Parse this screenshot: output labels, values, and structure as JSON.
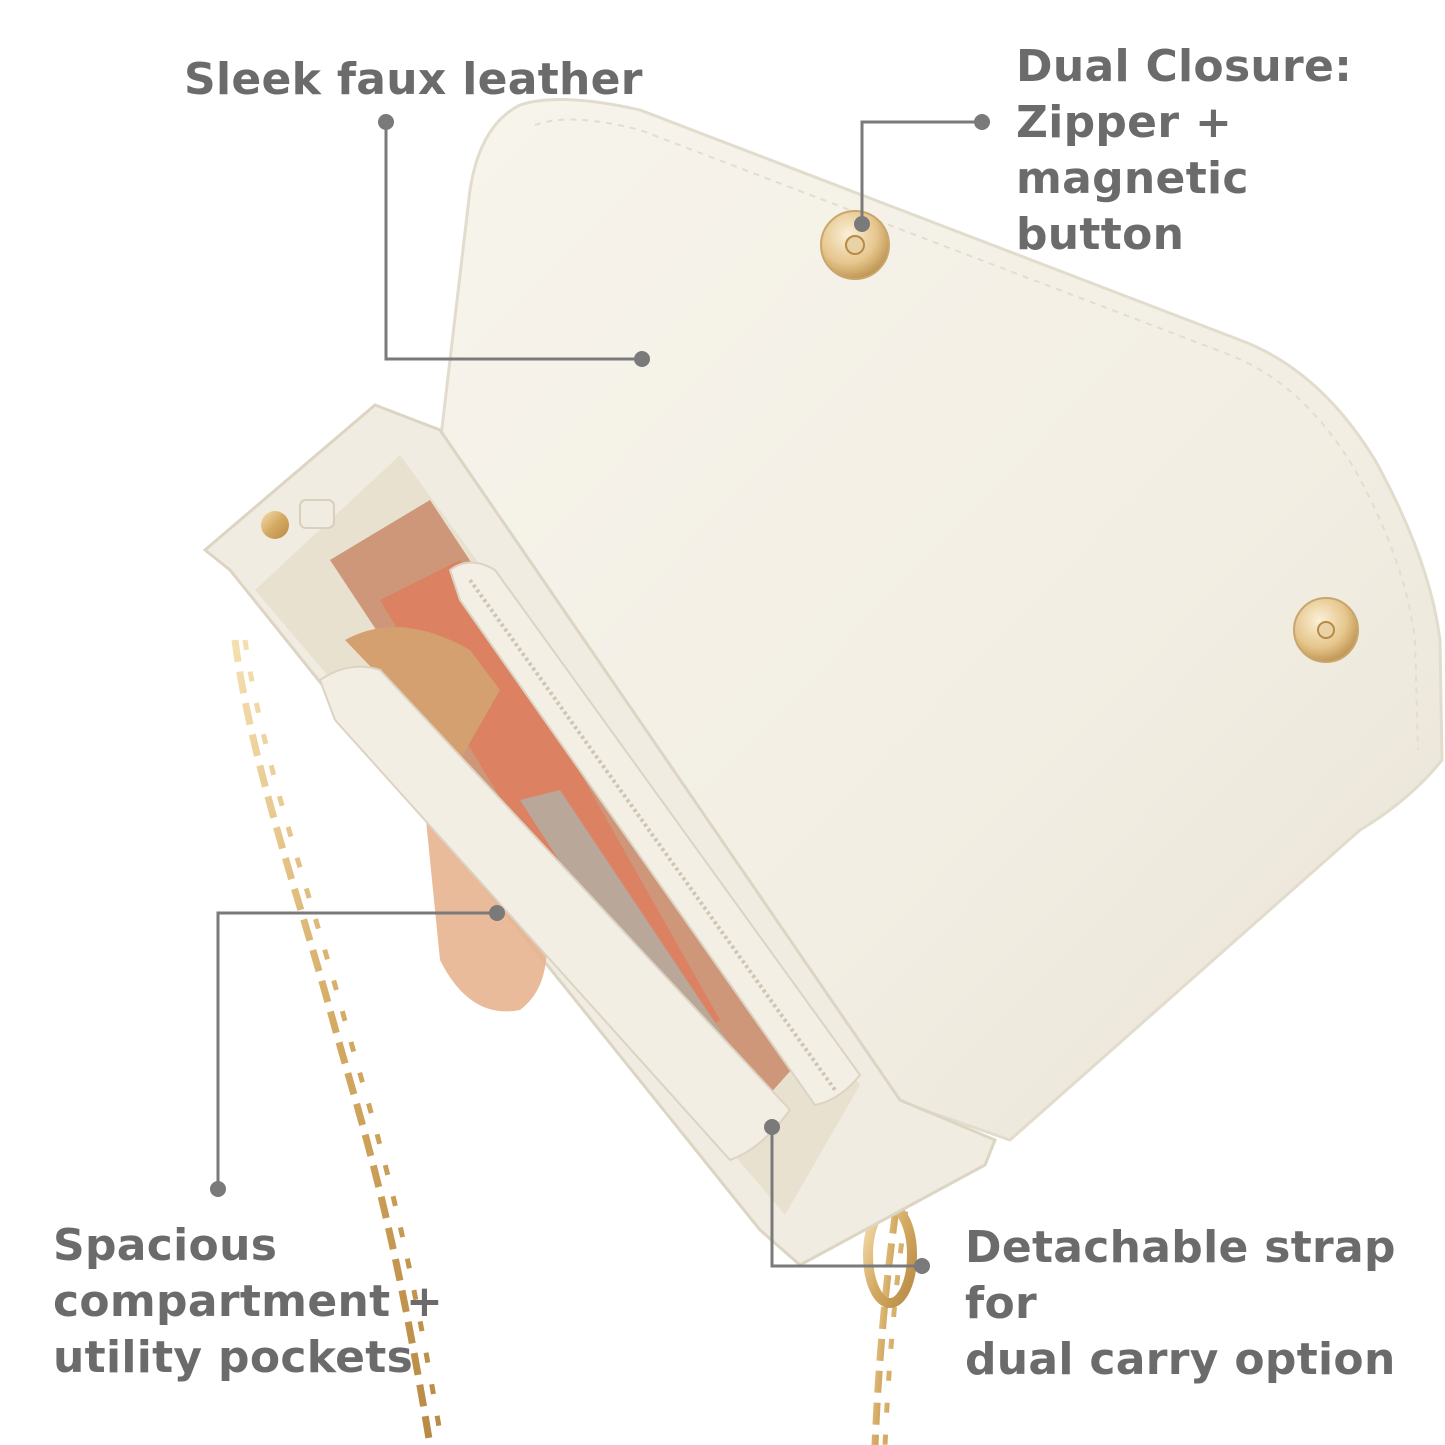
{
  "callouts": {
    "leather": "Sleek  faux leather",
    "closure": "Dual Closure:\nZipper + magnetic\nbutton",
    "compartment": "Spacious\ncompartment +\nutility pockets",
    "strap": "Detachable strap for\ndual carry option"
  },
  "colors": {
    "text": "#6b6b6b",
    "leader_line": "#7a7a7a",
    "leather": "#f3efe6",
    "gold": "#d9b779",
    "background": "#ffffff"
  }
}
